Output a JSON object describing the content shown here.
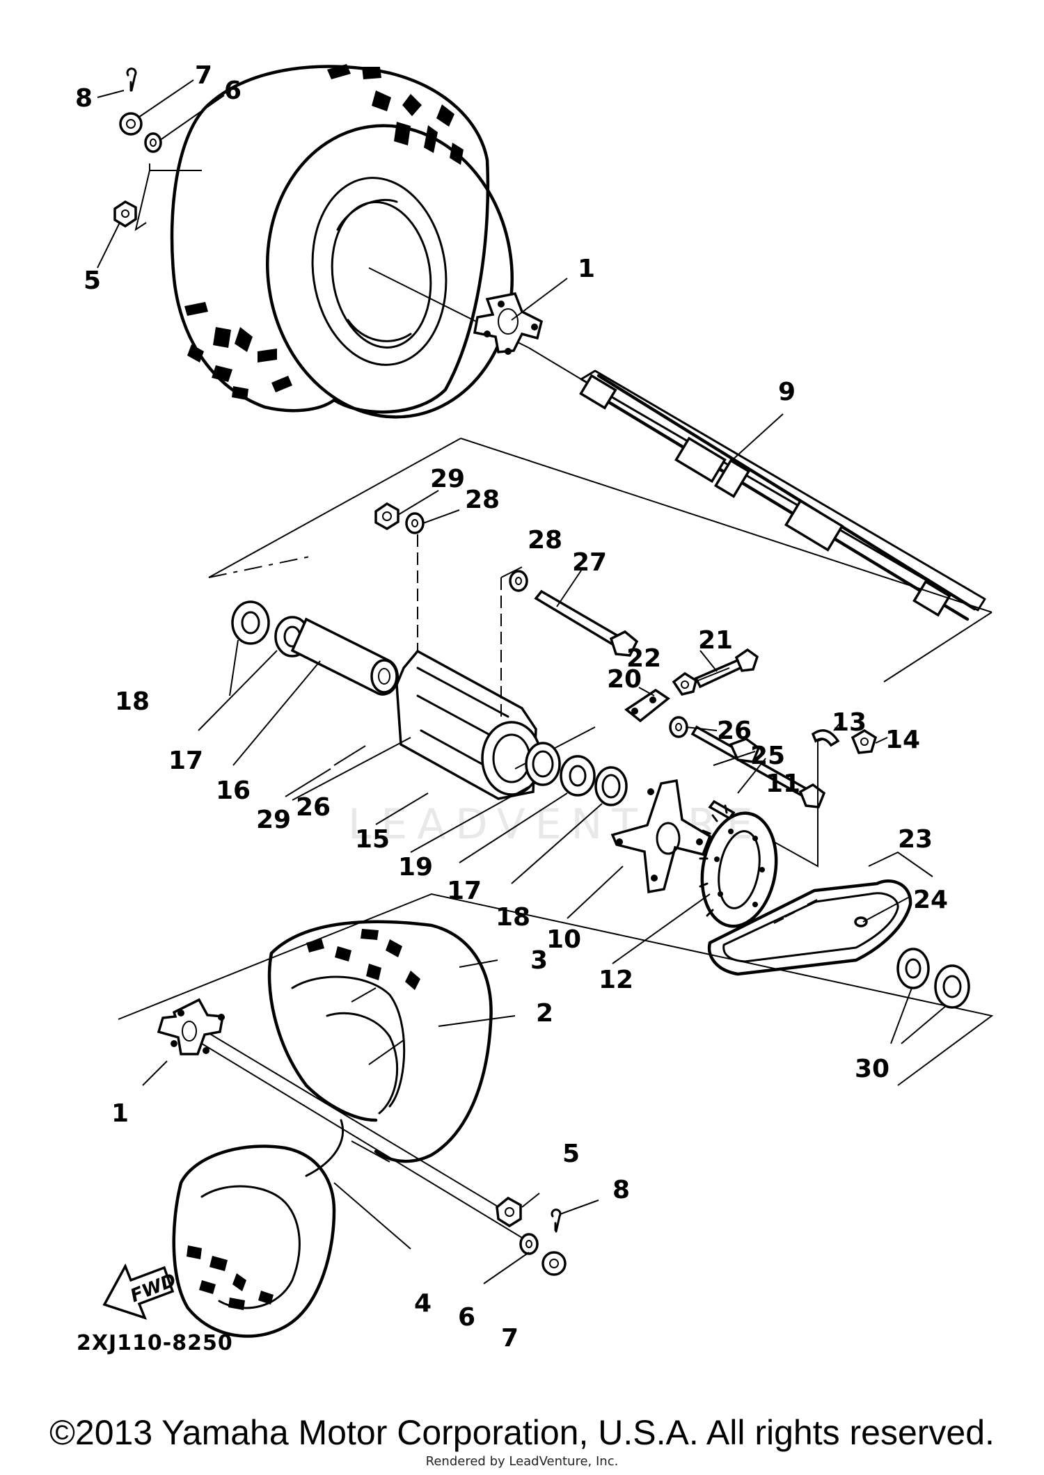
{
  "diagram": {
    "part_labels": [
      {
        "id": "l1a",
        "text": "1"
      },
      {
        "id": "l1b",
        "text": "1"
      },
      {
        "id": "l2",
        "text": "2"
      },
      {
        "id": "l3",
        "text": "3"
      },
      {
        "id": "l4",
        "text": "4"
      },
      {
        "id": "l5a",
        "text": "5"
      },
      {
        "id": "l5b",
        "text": "5"
      },
      {
        "id": "l6a",
        "text": "6"
      },
      {
        "id": "l6b",
        "text": "6"
      },
      {
        "id": "l7a",
        "text": "7"
      },
      {
        "id": "l7b",
        "text": "7"
      },
      {
        "id": "l8a",
        "text": "8"
      },
      {
        "id": "l8b",
        "text": "8"
      },
      {
        "id": "l9",
        "text": "9"
      },
      {
        "id": "l10",
        "text": "10"
      },
      {
        "id": "l11",
        "text": "11"
      },
      {
        "id": "l12",
        "text": "12"
      },
      {
        "id": "l13",
        "text": "13"
      },
      {
        "id": "l14",
        "text": "14"
      },
      {
        "id": "l15",
        "text": "15"
      },
      {
        "id": "l16",
        "text": "16"
      },
      {
        "id": "l17a",
        "text": "17"
      },
      {
        "id": "l17b",
        "text": "17"
      },
      {
        "id": "l18a",
        "text": "18"
      },
      {
        "id": "l18b",
        "text": "18"
      },
      {
        "id": "l19",
        "text": "19"
      },
      {
        "id": "l20",
        "text": "20"
      },
      {
        "id": "l21",
        "text": "21"
      },
      {
        "id": "l22",
        "text": "22"
      },
      {
        "id": "l23",
        "text": "23"
      },
      {
        "id": "l24",
        "text": "24"
      },
      {
        "id": "l25",
        "text": "25"
      },
      {
        "id": "l26a",
        "text": "26"
      },
      {
        "id": "l26b",
        "text": "26"
      },
      {
        "id": "l27",
        "text": "27"
      },
      {
        "id": "l28a",
        "text": "28"
      },
      {
        "id": "l28b",
        "text": "28"
      },
      {
        "id": "l29a",
        "text": "29"
      },
      {
        "id": "l29b",
        "text": "29"
      },
      {
        "id": "l30",
        "text": "30"
      }
    ],
    "fwd_label": "FWD",
    "drawing_code": "2XJ110-8250",
    "watermark": "LEADVENTURE"
  },
  "footer": {
    "copyright": "©2013 Yamaha Motor Corporation, U.S.A. All rights reserved.",
    "rendered_by": "Rendered by LeadVenture, Inc."
  }
}
